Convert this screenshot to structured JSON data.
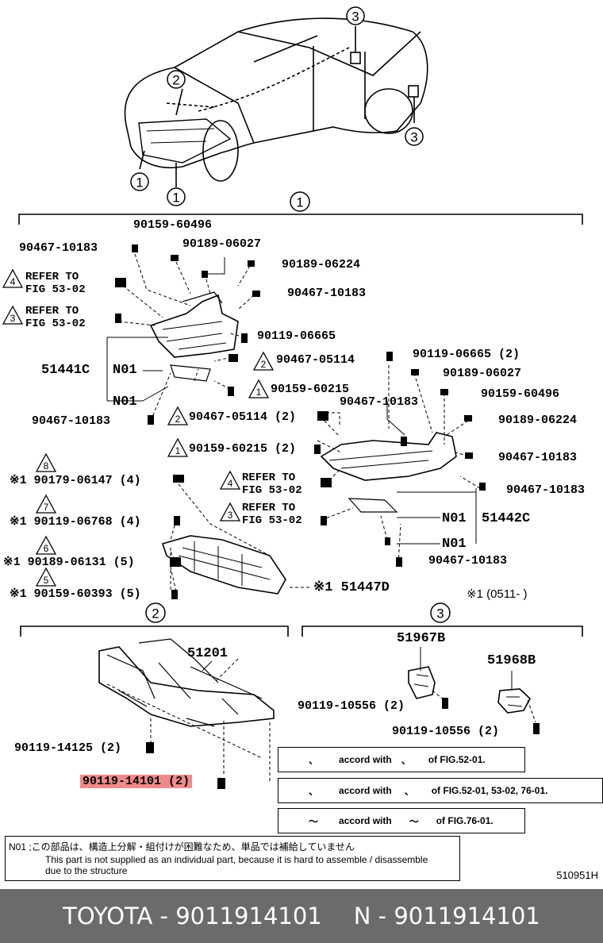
{
  "callouts": {
    "c1": "1",
    "c2": "2",
    "c3": "3",
    "c4": "4",
    "c5": "5",
    "c6": "6",
    "c7": "7",
    "c8": "8"
  },
  "section1": {
    "parts": [
      "90159-60496",
      "90467-10183",
      "90189-06027",
      "90189-06224",
      "90467-10183",
      "REFER TO",
      "FIG 53-02",
      "REFER TO",
      "FIG 53-02",
      "90119-06665",
      "90467-05114",
      "51441C",
      "N01",
      "90159-60215",
      "N01",
      "90467-10183",
      "90467-05114 (2)",
      "90159-60215 (2)",
      "90119-06665 (2)",
      "90189-06027",
      "90159-60496",
      "90467-10183",
      "90189-06224",
      "90467-10183",
      "90467-10183",
      "REFER TO",
      "FIG 53-02",
      "REFER TO",
      "FIG 53-02",
      "N01",
      "51442C",
      "N01",
      "90467-10183",
      "※1 90179-06147 (4)",
      "※1 90119-06768 (4)",
      "※1 90189-06131 (5)",
      "※1 90159-60393 (5)",
      "※1 51447D",
      "※1 (0511-      )"
    ]
  },
  "section2": {
    "parts": [
      "51201",
      "90119-14125 (2)",
      "90119-14101 (2)"
    ]
  },
  "section3": {
    "parts": [
      "51967B",
      "51968B",
      "90119-10556 (2)",
      "90119-10556 (2)"
    ]
  },
  "notes": {
    "n1_mid": "accord with",
    "n1_end": "of FIG.52-01.",
    "n2_mid": "accord with",
    "n2_end": "of FIG.52-01, 53-02, 76-01.",
    "n3_mid": "accord with",
    "n3_end": "of FIG.76-01.",
    "comma": "、",
    "tilde": "～"
  },
  "legend": {
    "jp": "N01 ;この部品は、構造上分解・組付けが困難なため、単品では補給していません",
    "en": "This part is not supplied as an individual part, because it is hard to assemble / disassemble due to the structure"
  },
  "figure_no": "510951H",
  "footer": {
    "left": "TOYOTA - 9011914101",
    "right": "N - 9011914101"
  },
  "colors": {
    "highlight": "#f08a8a",
    "footer_bg": "#6b6b6b"
  }
}
